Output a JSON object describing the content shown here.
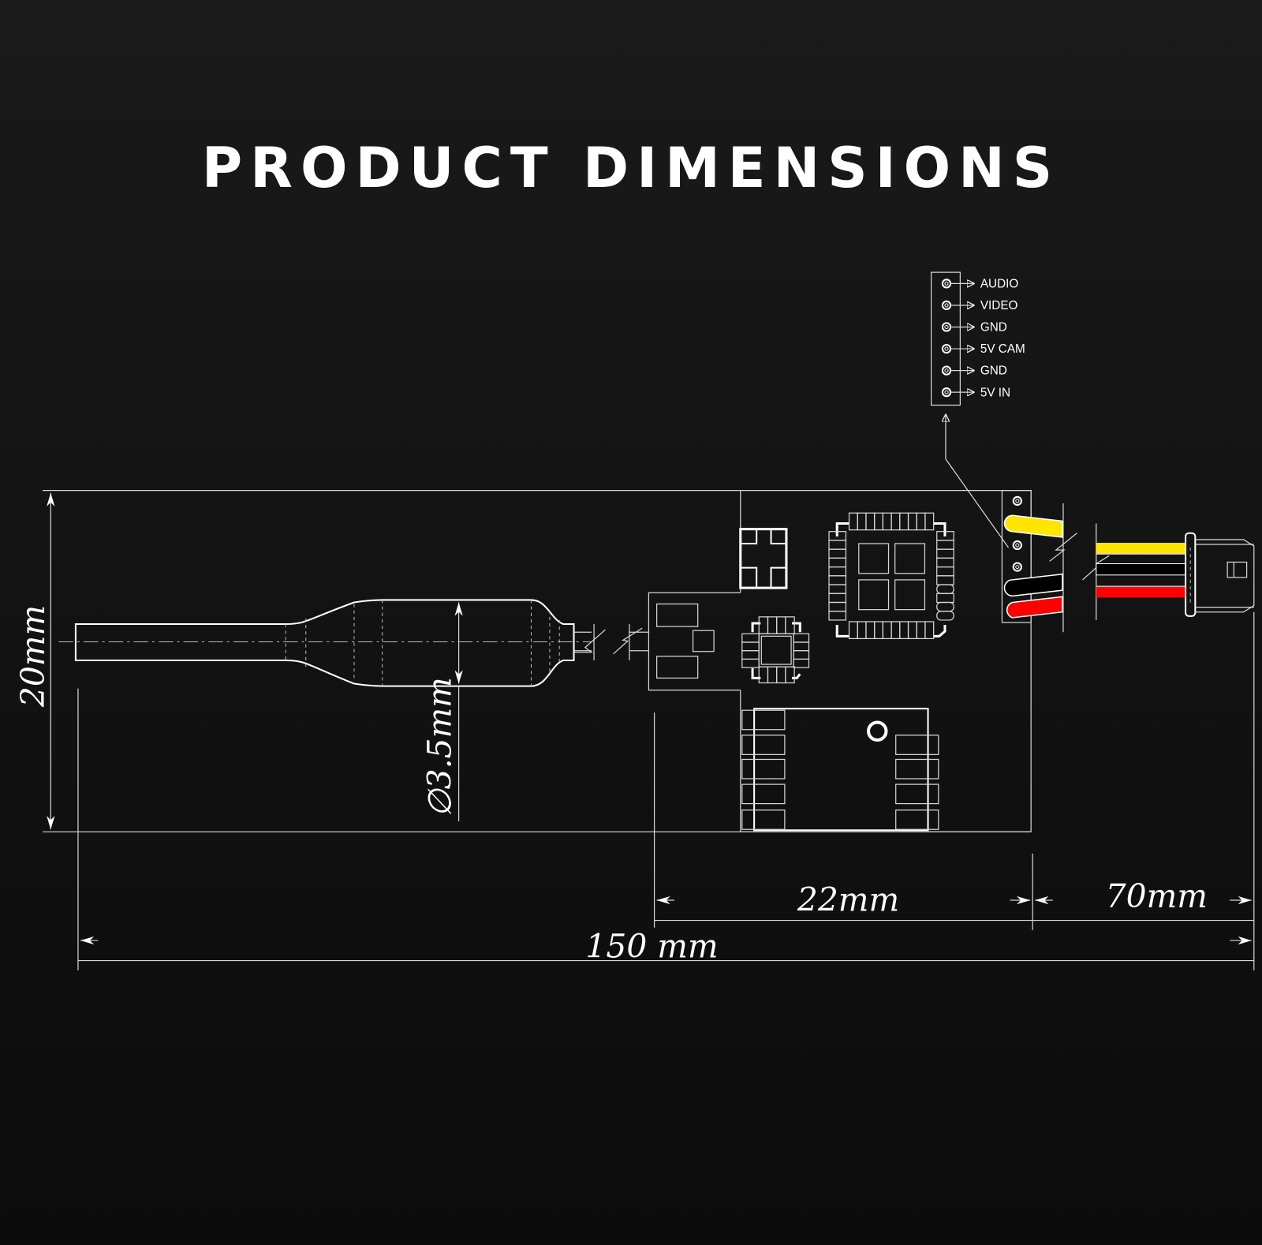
{
  "title": "PRODUCT DIMENSIONS",
  "pinout": {
    "pins": [
      {
        "label": "AUDIO"
      },
      {
        "label": "VIDEO"
      },
      {
        "label": "GND"
      },
      {
        "label": "5V CAM"
      },
      {
        "label": "GND"
      },
      {
        "label": "5V IN"
      }
    ]
  },
  "dimensions": {
    "height": "20mm",
    "cable_diameter_symbol": "∅",
    "cable_diameter": "3.5mm",
    "board_width": "22mm",
    "wire_length": "70mm",
    "total_length": "150 mm"
  },
  "colors": {
    "wire_yellow": "#ffe600",
    "wire_black": "#000000",
    "wire_red": "#ff0000"
  }
}
